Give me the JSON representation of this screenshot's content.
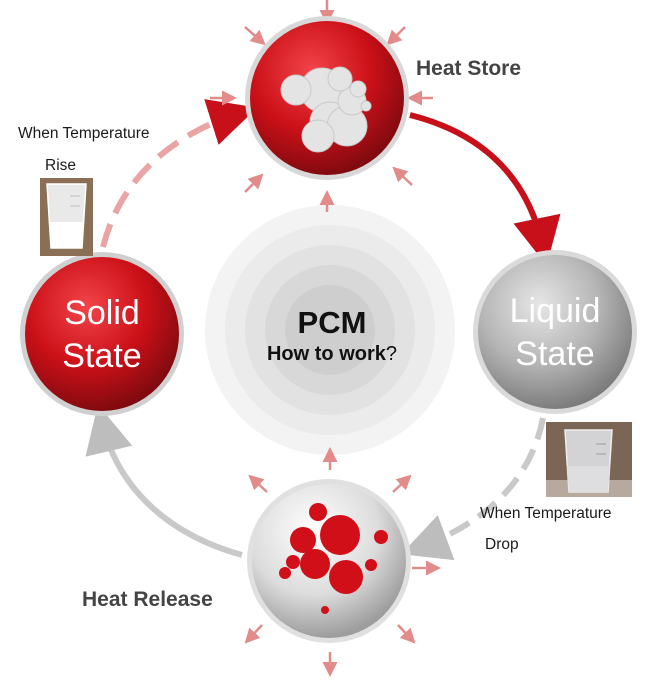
{
  "center": {
    "title": "PCM",
    "subtitle_bold": "How to work",
    "subtitle_tail": "?"
  },
  "nodes": {
    "heat_store": {
      "label": "Heat Store"
    },
    "heat_release": {
      "label": "Heat Release"
    },
    "solid": {
      "line1": "Solid",
      "line2": "State"
    },
    "liquid": {
      "line1": "Liquid",
      "line2": "State"
    }
  },
  "annotations": {
    "rise": {
      "line1": "When Temperature",
      "line2": "Rise"
    },
    "drop": {
      "line1": "When Temperature",
      "line2": "Drop"
    }
  },
  "colors": {
    "red": "#cc1018",
    "red_dark": "#8e0a10",
    "grey": "#a9a9a9",
    "arrow_light_red": "#e99a9a",
    "arrow_grey": "#c8c8c8"
  },
  "icons": [
    "beaker-solid-icon",
    "beaker-liquid-icon"
  ]
}
